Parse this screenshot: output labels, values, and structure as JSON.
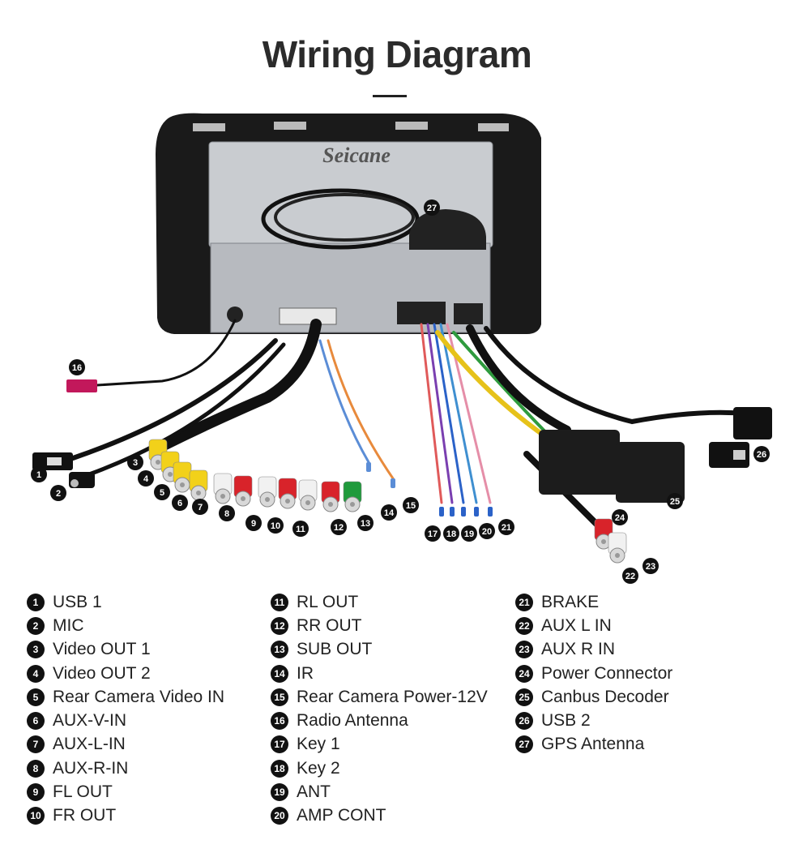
{
  "title": "Wiring Diagram",
  "watermark": "Seicane",
  "legend": [
    {
      "n": "1",
      "label": "USB 1"
    },
    {
      "n": "2",
      "label": "MIC"
    },
    {
      "n": "3",
      "label": "Video OUT 1"
    },
    {
      "n": "4",
      "label": "Video OUT 2"
    },
    {
      "n": "5",
      "label": "Rear Camera Video IN"
    },
    {
      "n": "6",
      "label": "AUX-V-IN"
    },
    {
      "n": "7",
      "label": "AUX-L-IN"
    },
    {
      "n": "8",
      "label": "AUX-R-IN"
    },
    {
      "n": "9",
      "label": "FL OUT"
    },
    {
      "n": "10",
      "label": "FR OUT"
    },
    {
      "n": "11",
      "label": "RL OUT"
    },
    {
      "n": "12",
      "label": "RR OUT"
    },
    {
      "n": "13",
      "label": "SUB OUT"
    },
    {
      "n": "14",
      "label": "IR"
    },
    {
      "n": "15",
      "label": "Rear Camera Power-12V"
    },
    {
      "n": "16",
      "label": "Radio Antenna"
    },
    {
      "n": "17",
      "label": "Key 1"
    },
    {
      "n": "18",
      "label": "Key 2"
    },
    {
      "n": "19",
      "label": "ANT"
    },
    {
      "n": "20",
      "label": "AMP  CONT"
    },
    {
      "n": "21",
      "label": "BRAKE"
    },
    {
      "n": "22",
      "label": "AUX L IN"
    },
    {
      "n": "23",
      "label": "AUX R IN"
    },
    {
      "n": "24",
      "label": "Power Connector"
    },
    {
      "n": "25",
      "label": "Canbus Decoder"
    },
    {
      "n": "26",
      "label": "USB 2"
    },
    {
      "n": "27",
      "label": "GPS Antenna"
    }
  ],
  "colors": {
    "frame": "#1a1a1a",
    "chassis": "#c9ccd0",
    "rca_yellow": "#f2d11a",
    "rca_white": "#f1f1f1",
    "rca_red": "#d8232a",
    "rca_green": "#1f9a3c"
  }
}
